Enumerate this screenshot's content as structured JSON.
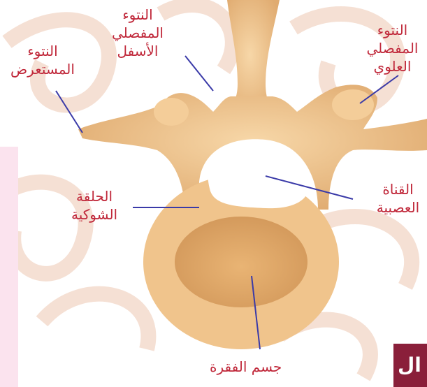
{
  "labels": {
    "transverse": [
      "النتوء",
      "المستعرض"
    ],
    "superior_articular": [
      "النتوء",
      "المفصلي",
      "العلوي"
    ],
    "inferior_articular": [
      "النتوء",
      "المفصلي",
      "الأسفل"
    ],
    "lamina": [
      "الحلقة",
      "الشوكية"
    ],
    "canal": [
      "القناة",
      "العصبية"
    ],
    "body": [
      "جسم الفقرة"
    ]
  },
  "logo_text": "ال",
  "colors": {
    "label": "#c0283a",
    "leader": "#3a3aa8",
    "bone": "#f0c58e",
    "bone_dark": "#d9a266",
    "canal": "#ffffff",
    "swirl": "#f3d9c9",
    "logo": "#8a1f3a"
  }
}
